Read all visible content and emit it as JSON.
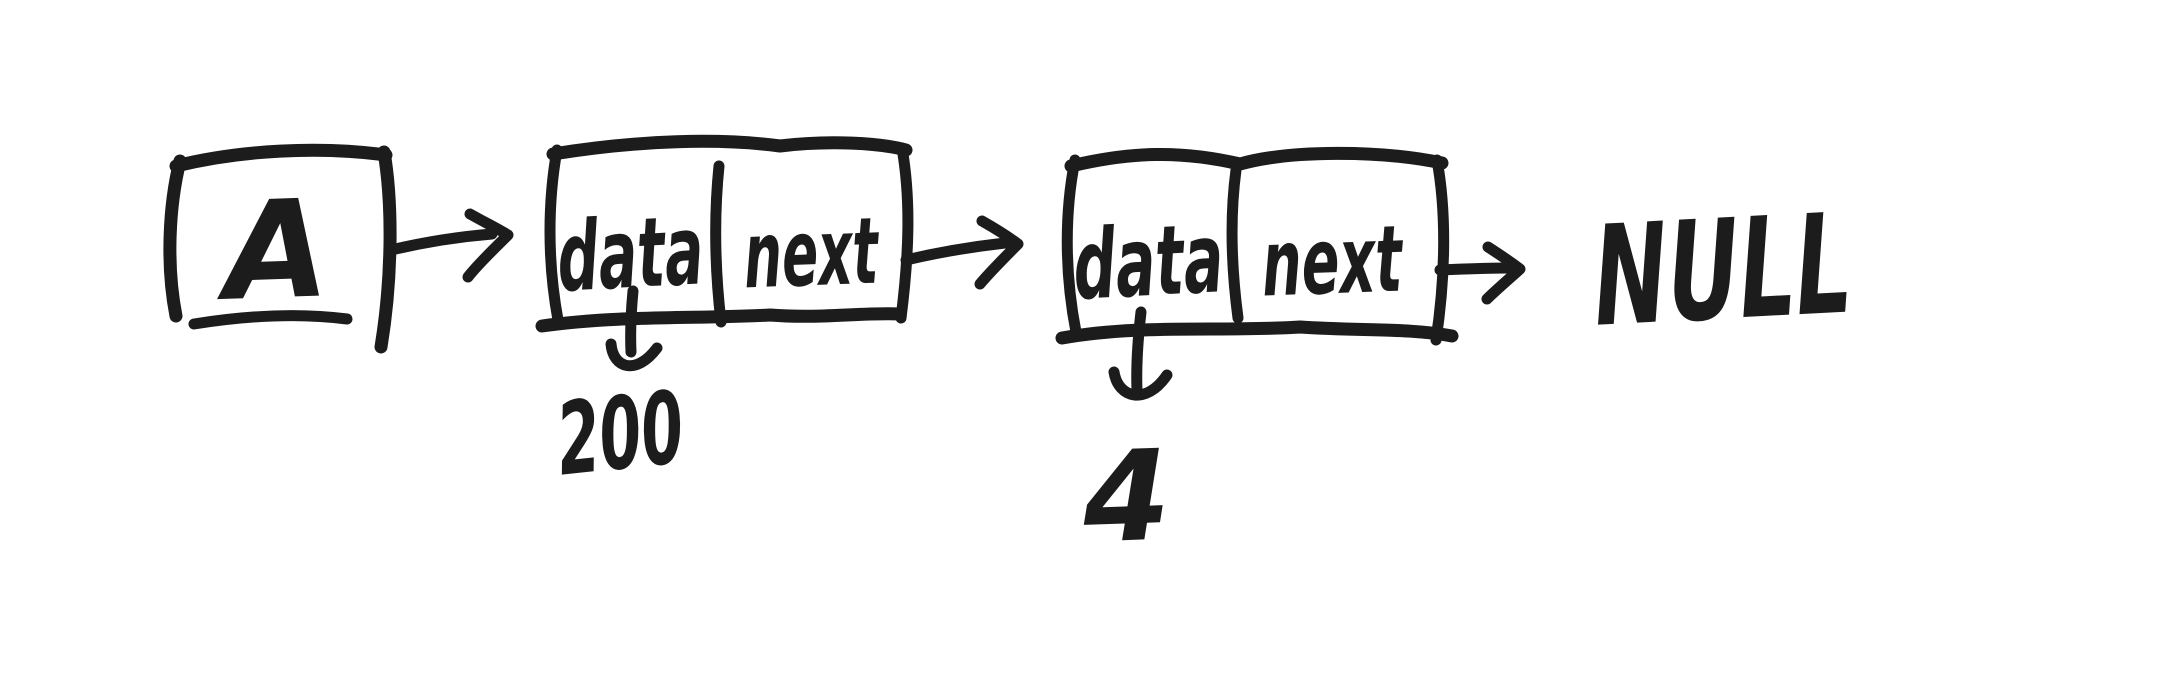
{
  "canvas": {
    "background_color": "#ffffff",
    "ink_color": "#1c1c1c"
  },
  "diagram": {
    "head_label": "A",
    "node1": {
      "data_label": "data",
      "next_label": "next",
      "value": "200"
    },
    "node2": {
      "data_label": "data",
      "next_label": "next",
      "value": "4"
    },
    "terminator_label": "NULL"
  }
}
